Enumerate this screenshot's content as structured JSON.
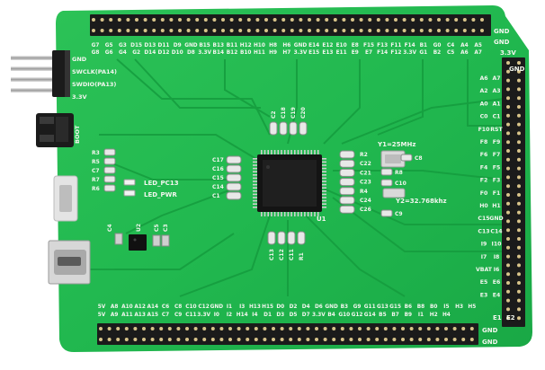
{
  "board": {
    "top_header": {
      "row1": [
        "G7",
        "G5",
        "G3",
        "D15",
        "D13",
        "D11",
        "D9",
        "GND",
        "B15",
        "B13",
        "B11",
        "H12",
        "H10",
        "H8",
        "H6",
        "GND",
        "E14",
        "E12",
        "E10",
        "E8",
        "F15",
        "F13",
        "F11",
        "F14",
        "B1",
        "G0",
        "C4",
        "A4",
        "A5"
      ],
      "row2": [
        "G8",
        "G6",
        "G4",
        "G2",
        "D14",
        "D12",
        "D10",
        "D8",
        "3.3V",
        "B14",
        "B12",
        "B10",
        "H11",
        "H9",
        "H7",
        "3.3V",
        "E15",
        "E13",
        "E11",
        "E9",
        "E7",
        "F14",
        "F12",
        "3.3V",
        "G1",
        "B2",
        "C5",
        "A6",
        "A7"
      ],
      "gnd_right": "GND"
    },
    "right_header": {
      "pairs": [
        [
          "A6",
          "A7"
        ],
        [
          "A2",
          "A3"
        ],
        [
          "A0",
          "A1"
        ],
        [
          "C0",
          "C1"
        ],
        [
          "F10",
          "RST"
        ],
        [
          "F8",
          "F9"
        ],
        [
          "F6",
          "F7"
        ],
        [
          "F4",
          "F5"
        ],
        [
          "F2",
          "F3"
        ],
        [
          "F0",
          "F1"
        ],
        [
          "H0",
          "H1"
        ],
        [
          "C15",
          "GND"
        ],
        [
          "C13",
          "C14"
        ],
        [
          "I9",
          "I10"
        ],
        [
          "I7",
          "I8"
        ],
        [
          "VBAT",
          "I6"
        ],
        [
          "E5",
          "E6"
        ],
        [
          "E3",
          "E4"
        ]
      ],
      "top_label": "3.3V",
      "gnd_label": "GND",
      "bottom_pair": [
        "E1",
        "E2"
      ]
    },
    "bottom_header": {
      "row1": [
        "5V",
        "A8",
        "A10",
        "A12",
        "A14",
        "C6",
        "C8",
        "C10",
        "C12",
        "GND",
        "I1",
        "I3",
        "H13",
        "H15",
        "D0",
        "D2",
        "D4",
        "D6",
        "GND",
        "B3",
        "G9",
        "G11",
        "G13",
        "G15",
        "B6",
        "B8",
        "B0",
        "I5",
        "H3",
        "H5"
      ],
      "row2": [
        "5V",
        "A9",
        "A11",
        "A13",
        "A15",
        "C7",
        "C9",
        "C11",
        "3.3V",
        "I0",
        "I2",
        "H14",
        "I4",
        "D1",
        "D3",
        "D5",
        "D7",
        "3.3V",
        "B4",
        "G10",
        "G12",
        "G14",
        "B5",
        "B7",
        "B9",
        "I1",
        "H2",
        "H4"
      ],
      "gnd_right": "GND"
    },
    "left_labels": {
      "jtag": [
        "GND",
        "SWCLK(PA14)",
        "SWDIO(PA13)",
        "3.3V"
      ],
      "boot": "BOOT"
    },
    "leds": [
      "LED_PC13",
      "LED_PWR"
    ],
    "left_parts": [
      "R3",
      "R5",
      "C7",
      "R7",
      "R6"
    ],
    "resistor_right_labels": [
      "R2",
      "C22",
      "C21",
      "C23",
      "R4",
      "C24",
      "C26"
    ],
    "center_caps_left": [
      "C17",
      "C16",
      "C15",
      "C14",
      "C1"
    ],
    "center_caps_top": [
      "C2",
      "C18",
      "C19",
      "C20"
    ],
    "center_caps_bottom": [
      "C13",
      "C12",
      "C11",
      "R1"
    ],
    "crystal1": "Y1=25MHz",
    "crystal2": "Y2=32.768khz",
    "xtal_caps": [
      "C8",
      "R8",
      "C10",
      "C9"
    ],
    "mcu": "U1",
    "usb_caps": [
      "C4",
      "U2",
      "C5",
      "C3"
    ],
    "colors": {
      "pcb": "#1fb94d",
      "pcb_light": "#3ad060",
      "trace": "#17a744",
      "header_black": "#1b1b1b",
      "pin_gold": "#d8c48a",
      "silk": "#f2f6ee"
    }
  }
}
